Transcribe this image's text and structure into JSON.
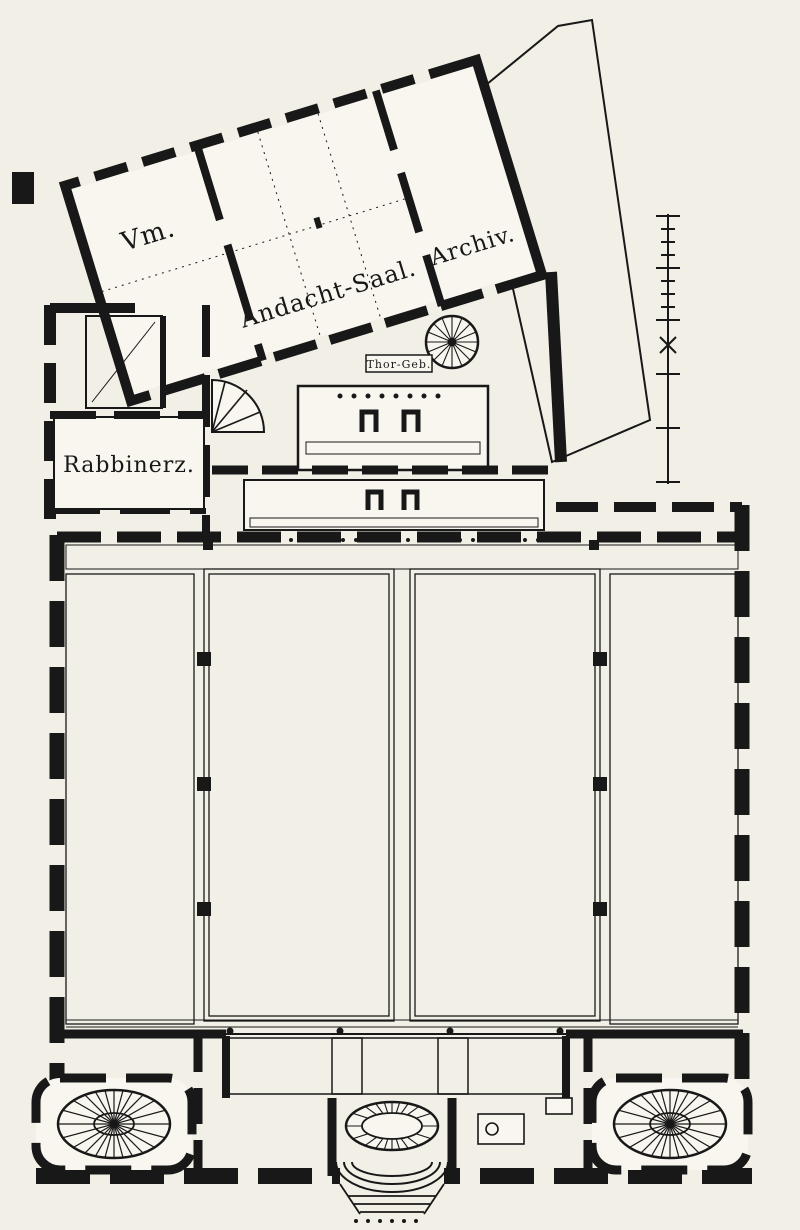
{
  "plan": {
    "labels": {
      "vm": "Vm.",
      "andacht_saal": "Andacht-Saal.",
      "archiv": "Archiv.",
      "rabbinerzimmer": "Rabbinerz.",
      "thor_geb": "Thor-Geb."
    },
    "colors": {
      "paper": "#f2efe6",
      "ink": "#181818",
      "room": "#f8f6ef"
    }
  }
}
